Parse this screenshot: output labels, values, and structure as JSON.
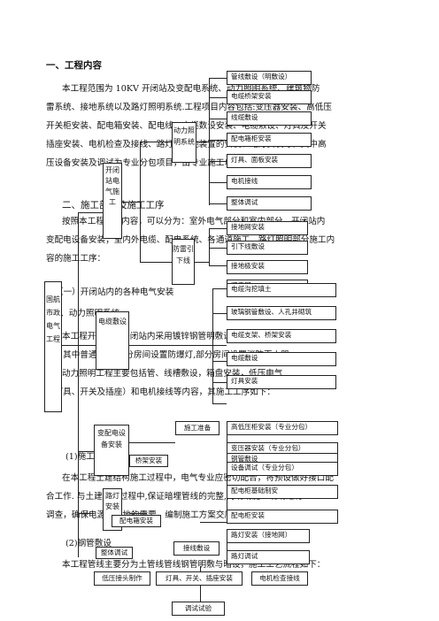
{
  "doc": {
    "h1": "一、工程内容",
    "p1": [
      "本工程范围为 10KV 开闭站及变配电系统、动力照明系统、建筑物防",
      "雷系统、接地系统以及路灯照明系统.工程项目内容包括:变压器安装、高低压",
      "开关柜安装、配电箱安装、配电线、电缆数设安装、电缆敷设、灯具及开关",
      "插座安装、电机检查及接线、路灯及接地装置的安装、路灯安装等。其中高",
      "压设备安装及调试为专业分包项目，由专业施工单位完成。"
    ],
    "h2": "二、施工部署及施工工序",
    "p2": [
      "按照本工程施工内容，可以分为：室外电气部分和室内部分，开闭站内",
      "变配电设备安装；室内外电缆、配电系统、各通道施工、路灯照明部分施工内",
      "容的施工工序："
    ],
    "h3": "（一）开闭站内的各种电气安装",
    "h4": "1、动力照明系统",
    "p3": [
      "本工程开闭站内开闭站内采用镀锌钢管明敷设，导线采用铜芯绝缘导",
      "线，其中普通灯具,部分房间设置防爆灯,部分房间设置消防灭火器。",
      "动力照明工程主要包括管、线槽敷设，箱盘安装，低压电气",
      "（灯具、开关及插座）和电机接线等内容，其施工工序如下："
    ],
    "h5": "(1)施工准备",
    "p4": [
      "在本工程土建结构施工过程中，电气专业应密切配合，将预设做好接口配",
      "合工作. 与土建交接过程中,保证暗埋管线的完整,对现场施工现场进行",
      "调查，确保电源、场地的需要，编制施工方案交底的依据。"
    ],
    "h6": "(2)钢管敷设",
    "p5": [
      "本工程管线主要分为土管线管线钢管明敷与暗设，施工工艺流程如下："
    ]
  },
  "diagram": {
    "left_label": "国航市政电气工程",
    "branch1": "开闭站电气施工",
    "branch2": "动力照明系统",
    "branch2_items": [
      "管线敷设（明敷设）",
      "电缆桥架安装",
      "线缆敷设",
      "配电箱柜安装",
      "灯具、面板安装",
      "电机接线",
      "整体调试"
    ],
    "branch3": "防雷引下线",
    "branch3_items": [
      "接地网安装",
      "引下线敷设",
      "接地极安装",
      "避雷网"
    ],
    "branch4": "电缆敷设",
    "branch4_items": [
      "电缆沟挖填土",
      "玻璃钢管敷设、人孔井砌筑",
      "电缆支架、桥架安装",
      "电缆敷设",
      "灯具安装"
    ],
    "branch5": "变配电设备安装",
    "prep": "施工准备",
    "branch5_items": [
      "高低压柜安装（专业分包）",
      "变压器安装（专业分包）",
      "钢管敷设",
      "设备调试（专业分包）",
      "配电柜基础制安",
      "配电柜安装"
    ],
    "tray": "桥架安装",
    "branch6": "路灯安装",
    "cabinet": "配电箱安装",
    "branch6_items": [
      "路灯安装（接地网）",
      "路灯调试"
    ],
    "wire": "接线敷设",
    "overall": "整体调试",
    "bottom_items": [
      "低压接头制作",
      "灯具、开关、插座安装",
      "电机检查接线"
    ],
    "final": "调试试验"
  }
}
